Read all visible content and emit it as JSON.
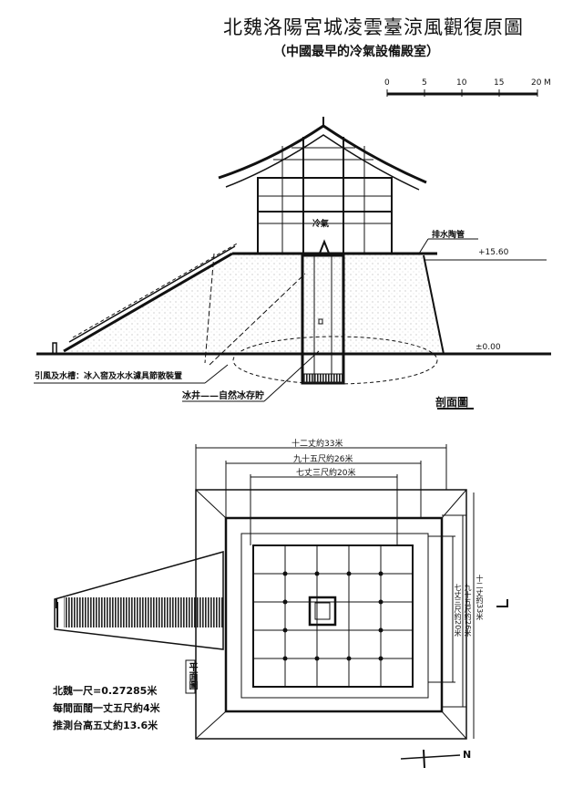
{
  "title": "北魏洛陽宮城凌雲臺涼風觀復原圖",
  "subtitle": "（中國最早的冷氣設備殿室）",
  "scale_bar": {
    "ticks": [
      "0",
      "5",
      "10",
      "15",
      "20"
    ],
    "unit": "M"
  },
  "section": {
    "center_label": "冷氣",
    "drain_label": "排水陶管",
    "elev_top": "+15.60",
    "elev_ground": "±0.00",
    "channel_label": "引風及水槽：冰入窖及水水濾具節散裝置",
    "well_label": "冰井——自然冰存貯",
    "caption": "剖面圖"
  },
  "plan": {
    "dims_horizontal": [
      "十二丈約33米",
      "九十五尺約26米",
      "七丈三尺約20米"
    ],
    "dims_vertical": [
      "十二丈約33米",
      "九十五尺約26米",
      "七丈三尺約20米"
    ],
    "caption": "平面圖",
    "north": "N"
  },
  "legend": [
    "北魏一尺=0.27285米",
    "每間面闊一丈五尺約4米",
    "推測台高五丈約13.6米"
  ]
}
